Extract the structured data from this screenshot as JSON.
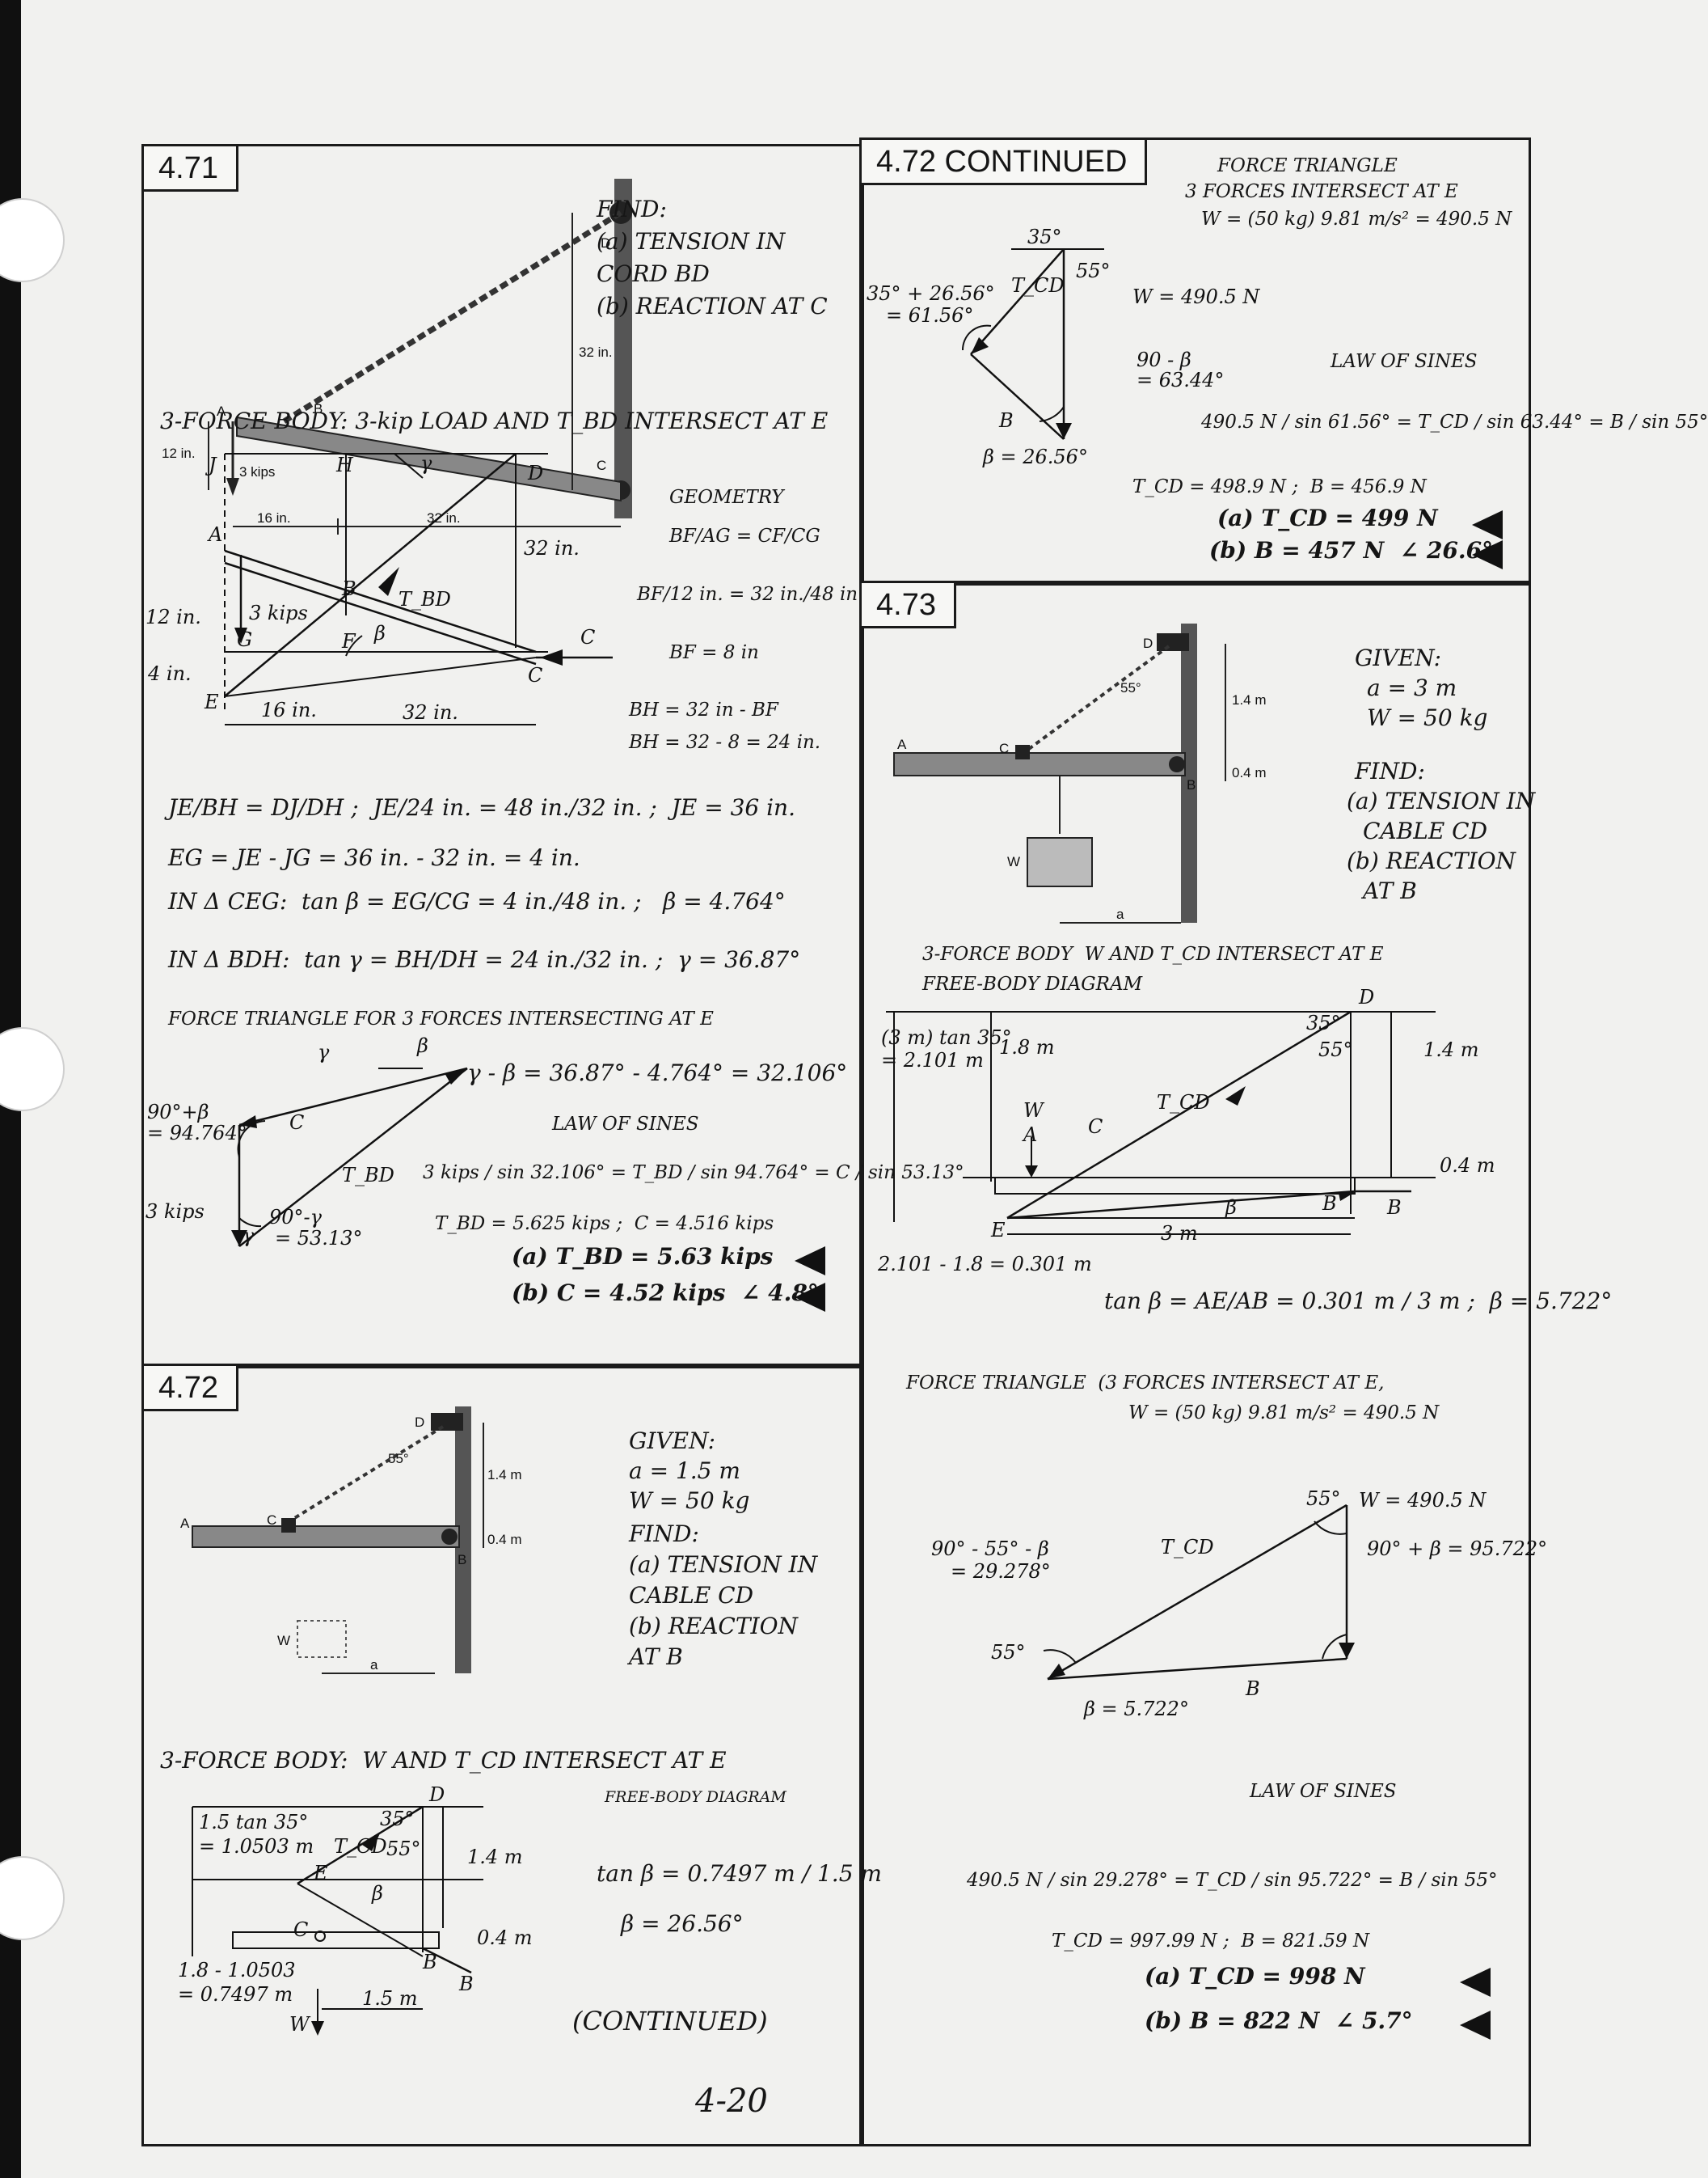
{
  "page_number": "4-20",
  "p471": {
    "header": "4.71",
    "fig": {
      "D": "D",
      "B": "B",
      "C": "C",
      "A": "A",
      "h32": "32 in.",
      "h12": "12 in.",
      "load": "3 kips",
      "d16": "16 in.",
      "d32": "32 in."
    },
    "find": [
      "FIND:",
      "(a) TENSION IN",
      "CORD BD",
      "(b) REACTION AT C"
    ],
    "three_force": "3-FORCE BODY: 3-kip LOAD AND T_BD INTERSECT AT E",
    "fbd": {
      "J": "J",
      "H": "H",
      "D": "D",
      "gamma": "γ",
      "A": "A",
      "B": "B",
      "TBD": "T_BD",
      "h12": "12 in.",
      "load": "3 kips",
      "G": "G",
      "F": "F",
      "beta": "β",
      "C": "C",
      "Cvec": "C",
      "h4": "4 in.",
      "E": "E",
      "d16": "16 in.",
      "d32": "32 in.",
      "h32": "32 in."
    },
    "geometry": [
      "GEOMETRY",
      "BF/AG = CF/CG",
      "BF/12 in. = 32 in./48 in.",
      "BF = 8 in",
      "BH = 32 in - BF",
      "BH = 32 - 8 = 24 in."
    ],
    "eq1": "JE/BH = DJ/DH ;  JE/24 in. = 48 in./32 in. ;  JE = 36 in.",
    "eq2": "EG = JE - JG = 36 in. - 32 in. = 4 in.",
    "eq3": "IN Δ CEG:  tan β = EG/CG = 4 in./48 in. ;   β = 4.764°",
    "eq4": "IN Δ BDH:  tan γ = BH/DH = 24 in./32 in. ;  γ = 36.87°",
    "ft_title": "FORCE TRIANGLE FOR 3 FORCES INTERSECTING AT E",
    "ft": {
      "gamma": "γ",
      "beta": "β",
      "C": "C",
      "TBD": "T_BD",
      "load": "3 kips",
      "a1": "90°+β",
      "a1v": "= 94.764°",
      "a2": "90°-γ",
      "a2v": "= 53.13°",
      "gam2": "γ"
    },
    "gmb": "γ - β = 36.87° - 4.764° = 32.106°",
    "los_title": "LAW OF SINES",
    "los": "3 kips / sin 32.106° = T_BD / sin 94.764° = C / sin 53.13°",
    "result": "T_BD = 5.625 kips ;  C = 4.516 kips",
    "ans_a": "(a) T_BD = 5.63 kips",
    "ans_b": "(b) C = 4.52 kips  ∠ 4.8°"
  },
  "p472": {
    "header": "4.72",
    "fig": {
      "D": "D",
      "ang": "55°",
      "h14": "1.4 m",
      "h04": "0.4 m",
      "A": "A",
      "C": "C",
      "B": "B",
      "W": "W",
      "a": "a"
    },
    "given": [
      "GIVEN:",
      "a = 1.5 m",
      "W = 50 kg",
      "FIND:",
      "(a) TENSION IN",
      "CABLE CD",
      "(b) REACTION",
      "AT B"
    ],
    "three_force": "3-FORCE BODY:  W AND T_CD INTERSECT AT E",
    "fbd_title": "FREE-BODY DIAGRAM",
    "fbd": {
      "l1": "1.5 tan 35°",
      "l2": "= 1.0503 m",
      "a35": "35°",
      "a55": "55°",
      "TCD": "T_CD",
      "D": "D",
      "E": "E",
      "beta": "β",
      "h14": "1.4 m",
      "C": "C",
      "h04": "0.4 m",
      "l3": "1.8 - 1.0503",
      "l4": "= 0.7497 m",
      "d15": "1.5 m",
      "B": "B",
      "Bvec": "B",
      "W": "W"
    },
    "tan1": "tan β = 0.7497 m / 1.5 m",
    "tan2": "β = 26.56°",
    "continued": "(CONTINUED)"
  },
  "p472c": {
    "header": "4.72  CONTINUED",
    "ft_title": "FORCE TRIANGLE",
    "ft_1": "3 FORCES INTERSECT AT E",
    "ft_2": "W = (50 kg) 9.81 m/s² = 490.5 N",
    "tri": {
      "a35": "35°",
      "a55": "55°",
      "TCD": "T_CD",
      "W": "W = 490.5 N",
      "l1": "35° + 26.56°",
      "l2": "= 61.56°",
      "l3": "90 - β",
      "l4": "= 63.44°",
      "B": "B",
      "beta": "β = 26.56°"
    },
    "los_title": "LAW OF SINES",
    "los": "490.5 N / sin 61.56° = T_CD / sin 63.44° = B / sin 55°",
    "result": "T_CD = 498.9 N ;  B = 456.9 N",
    "ans_a": "(a) T_CD = 499 N",
    "ans_b": "(b) B = 457 N  ∠ 26.6°"
  },
  "p473": {
    "header": "4.73",
    "fig": {
      "D": "D",
      "ang": "55°",
      "h14": "1.4 m",
      "h04": "0.4 m",
      "A": "A",
      "C": "C",
      "B": "B",
      "W": "W",
      "a": "a"
    },
    "given": [
      "GIVEN:",
      "a = 3 m",
      "W = 50 kg",
      "FIND:",
      "(a) TENSION IN",
      "CABLE CD",
      "(b) REACTION",
      "AT B"
    ],
    "three_force": "3-FORCE BODY  W AND T_CD INTERSECT AT E",
    "fbd_title": "FREE-BODY DIAGRAM",
    "fbd": {
      "D": "D",
      "l1": "(3 m) tan 35°",
      "l2": "= 2.101 m",
      "h18": "1.8 m",
      "a35": "35°",
      "a55": "55°",
      "h14": "1.4 m",
      "W": "W",
      "A": "A",
      "C": "C",
      "TCD": "T_CD",
      "h04": "0.4 m",
      "E": "E",
      "beta": "β",
      "B": "B",
      "Bvec": "B",
      "d3": "3 m",
      "l3": "2.101 - 1.8 = 0.301 m"
    },
    "tan": "tan β = AE/AB = 0.301 m / 3 m ;  β = 5.722°",
    "ft_1": "FORCE TRIANGLE  (3 FORCES INTERSECT AT E,",
    "ft_2": "W = (50 kg) 9.81 m/s² = 490.5 N",
    "tri": {
      "a55": "55°",
      "W": "W = 490.5 N",
      "TCD": "T_CD",
      "l1": "90° - 55° - β",
      "l2": "= 29.278°",
      "r1": "90° + β = 95.722°",
      "a55b": "55°",
      "B": "B",
      "beta": "β = 5.722°"
    },
    "los_title": "LAW OF SINES",
    "los": "490.5 N / sin 29.278° = T_CD / sin 95.722° = B / sin 55°",
    "result": "T_CD = 997.99 N ;  B = 821.59 N",
    "ans_a": "(a) T_CD = 998 N",
    "ans_b": "(b) B = 822 N  ∠ 5.7°"
  }
}
